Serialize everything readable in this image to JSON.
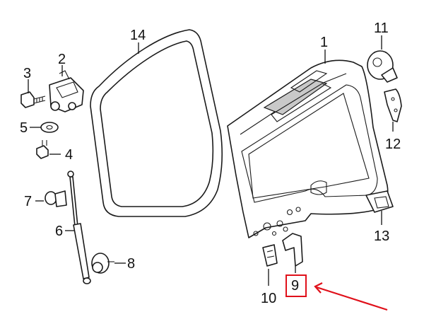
{
  "diagram": {
    "callouts": [
      {
        "id": "c1",
        "text": "1"
      },
      {
        "id": "c2",
        "text": "2"
      },
      {
        "id": "c3",
        "text": "3"
      },
      {
        "id": "c4",
        "text": "4"
      },
      {
        "id": "c5",
        "text": "5"
      },
      {
        "id": "c6",
        "text": "6"
      },
      {
        "id": "c7",
        "text": "7"
      },
      {
        "id": "c8",
        "text": "8"
      },
      {
        "id": "c9",
        "text": "9"
      },
      {
        "id": "c10",
        "text": "10"
      },
      {
        "id": "c11",
        "text": "11"
      },
      {
        "id": "c12",
        "text": "12"
      },
      {
        "id": "c13",
        "text": "13"
      },
      {
        "id": "c14",
        "text": "14"
      }
    ],
    "highlighted_callout": "9",
    "colors": {
      "highlight": "#e0101a",
      "ink": "#1a1a1a",
      "shade": "#c9c9c9"
    }
  }
}
